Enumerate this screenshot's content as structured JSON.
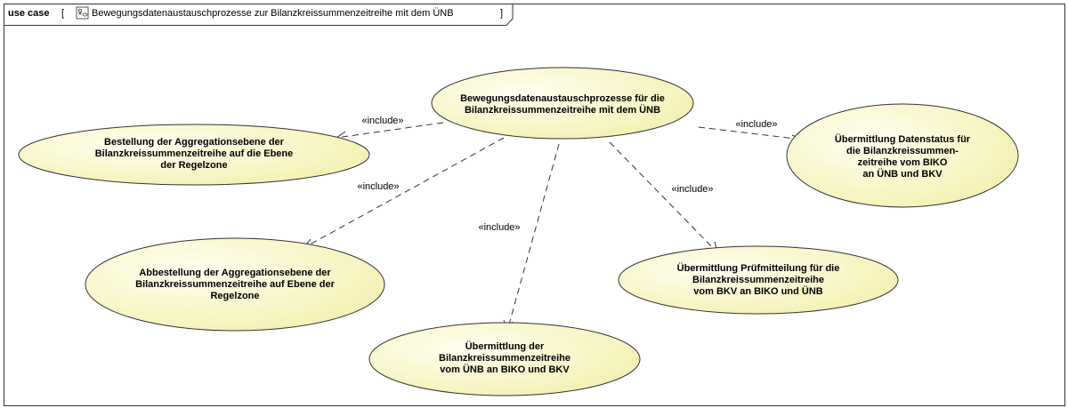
{
  "frame": {
    "keyword": "use case",
    "bracket_open": "[",
    "icon": "usecase-diagram-icon",
    "title": "Bewegungsdatenaustauschprozesse zur Bilanzkreissummenzeitreihe mit dem ÜNB",
    "bracket_close": "]"
  },
  "colors": {
    "ellipse_fill_light": "#fffff0",
    "ellipse_fill_dark": "#f3f0b0",
    "line": "#333333"
  },
  "use_cases": [
    {
      "id": "main",
      "lines": [
        "Bewegungsdatenaustauschprozesse für die",
        "Bilanzkreissummenzeitreihe mit dem ÜNB"
      ]
    },
    {
      "id": "bestellung",
      "lines": [
        "Bestellung der Aggregationsebene der",
        "Bilanzkreissummenzeitreihe auf die Ebene",
        "der Regelzone"
      ]
    },
    {
      "id": "datenstatus",
      "lines": [
        "Übermittlung Datenstatus für",
        "die  Bilanzkreissummen-",
        "zeitreihe vom BIKO",
        "an ÜNB und BKV"
      ]
    },
    {
      "id": "abbestellung",
      "lines": [
        "Abbestellung der Aggregationsebene der",
        "Bilanzkreissummenzeitreihe auf Ebene der",
        "Regelzone"
      ]
    },
    {
      "id": "pruefmitteilung",
      "lines": [
        "Übermittlung Prüfmitteilung für die",
        "Bilanzkreissummenzeitreihe",
        "vom BKV an BIKO und ÜNB"
      ]
    },
    {
      "id": "uebermittlung",
      "lines": [
        "Übermittlung der",
        "Bilanzkreissummenzeitreihe",
        "vom ÜNB an BIKO und BKV"
      ]
    }
  ],
  "relations": [
    {
      "from": "main",
      "to": "bestellung",
      "label": "«include»"
    },
    {
      "from": "main",
      "to": "datenstatus",
      "label": "«include»"
    },
    {
      "from": "main",
      "to": "abbestellung",
      "label": "«include»"
    },
    {
      "from": "main",
      "to": "uebermittlung",
      "label": "«include»"
    },
    {
      "from": "main",
      "to": "pruefmitteilung",
      "label": "«include»"
    }
  ]
}
